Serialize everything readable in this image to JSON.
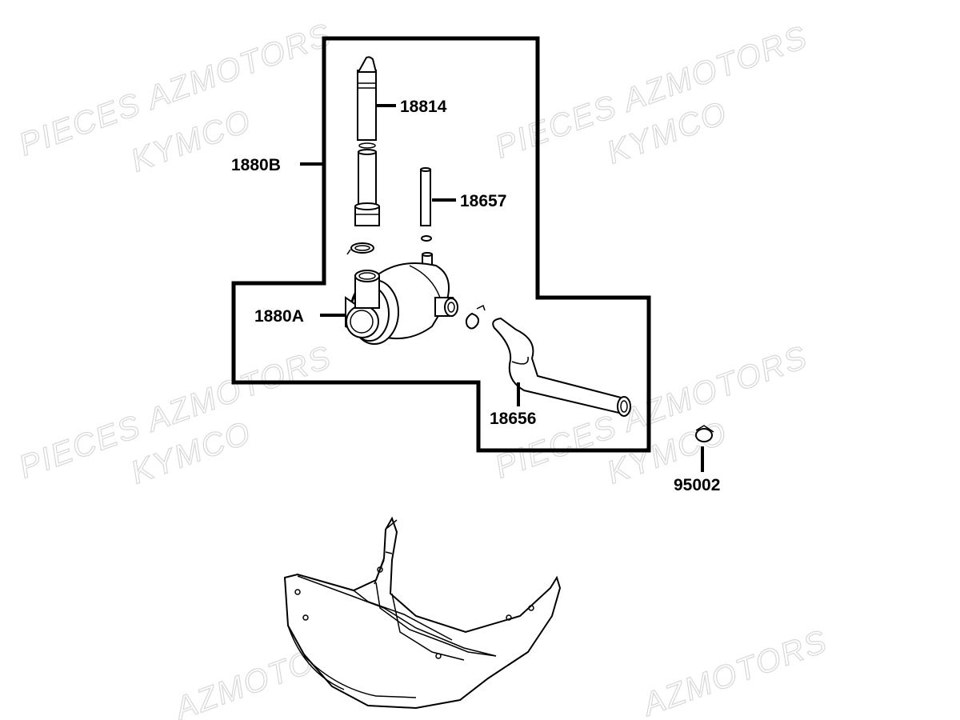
{
  "watermark": {
    "line1": "PIECES AZMOTORS",
    "line2": "KYMCO",
    "line3": "AZMOTORS"
  },
  "parts": {
    "p18814": "18814",
    "p1880B": "1880B",
    "p18657": "18657",
    "p1880A": "1880A",
    "p18656": "18656",
    "p95002": "95002"
  },
  "colors": {
    "outline": "#000000",
    "watermark": "#d8d8d8",
    "background": "#ffffff"
  }
}
